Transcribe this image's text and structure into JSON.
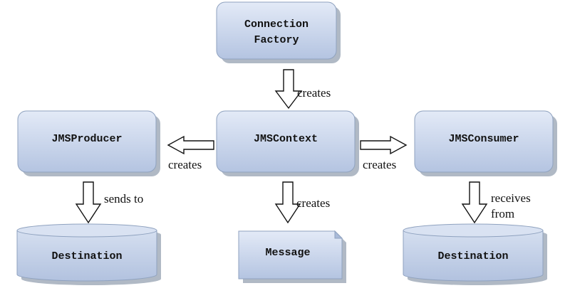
{
  "nodes": {
    "connection_factory": {
      "line1": "Connection",
      "line2": "Factory"
    },
    "jms_producer": {
      "label": "JMSProducer"
    },
    "jms_context": {
      "label": "JMSContext"
    },
    "jms_consumer": {
      "label": "JMSConsumer"
    },
    "destination_left": {
      "label": "Destination"
    },
    "message": {
      "label": "Message"
    },
    "destination_right": {
      "label": "Destination"
    }
  },
  "edges": {
    "factory_to_context": "creates",
    "context_to_producer": "creates",
    "context_to_consumer": "creates",
    "context_to_message": "creates",
    "producer_to_destination": "sends to",
    "consumer_from_destination_line1": "receives",
    "consumer_from_destination_line2": "from"
  },
  "colors": {
    "box_fill_top": "#dfe7f5",
    "box_fill_bottom": "#b7c7e3",
    "shadow": "#6f7f96"
  }
}
